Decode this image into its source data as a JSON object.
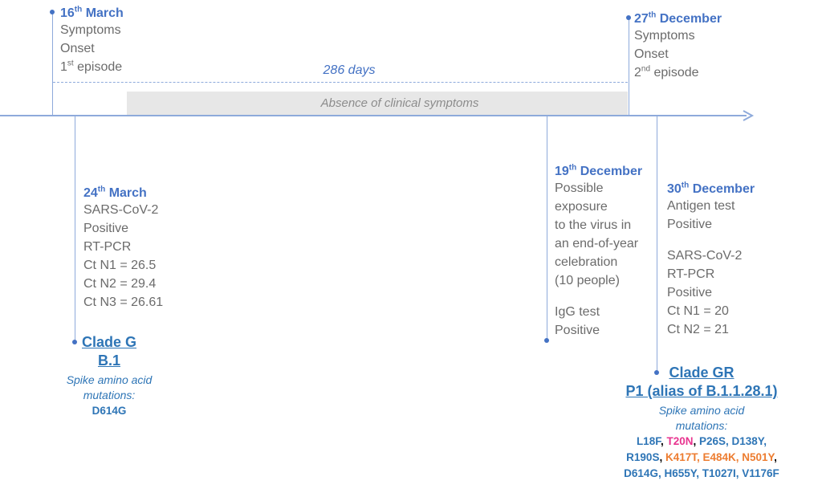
{
  "events": {
    "march16": {
      "day": "16",
      "sup": "th",
      "month": " March",
      "l1": "Symptoms",
      "l2": "Onset",
      "l3_pre": "1",
      "l3_sup": "st",
      "l3_post": " episode"
    },
    "dec27": {
      "day": "27",
      "sup": "th",
      "month": " December",
      "l1": "Symptoms",
      "l2": "Onset",
      "l3_pre": "2",
      "l3_sup": "nd",
      "l3_post": " episode"
    },
    "march24": {
      "day": "24",
      "sup": "th",
      "month": " March",
      "lines": [
        "SARS-CoV-2",
        "Positive",
        "RT-PCR",
        "Ct N1 = 26.5",
        "Ct N2 = 29.4",
        "Ct N3 = 26.61"
      ]
    },
    "dec19": {
      "day": "19",
      "sup": "th",
      "month": " December",
      "lines": [
        "Possible",
        "exposure",
        "to the virus in",
        "an end-of-year",
        "celebration",
        "(10 people)"
      ],
      "igg1": "IgG test",
      "igg2": "Positive"
    },
    "dec30": {
      "day": "30",
      "sup": "th",
      "month": " December",
      "lines_a": [
        "Antigen test",
        "Positive"
      ],
      "lines_b": [
        "SARS-CoV-2",
        "RT-PCR",
        "Positive",
        "Ct N1 = 20",
        "Ct N2 = 21"
      ]
    }
  },
  "interval": {
    "days": "286 days",
    "absence": "Absence of clinical symptoms"
  },
  "clade_g": {
    "name": "Clade G",
    "lineage": "B.1",
    "caption1": "Spike amino acid",
    "caption2": "mutations:",
    "mutations": "D614G"
  },
  "clade_gr": {
    "name": "Clade GR",
    "lineage": "P1 (alias of B.1.1.28.1)",
    "caption1": "Spike amino acid",
    "caption2": "mutations:",
    "mutations": [
      [
        {
          "t": "L18F",
          "c": "#2e75b6"
        },
        {
          "t": ", ",
          "c": "#000000"
        },
        {
          "t": "T20N",
          "c": "#e8348f"
        },
        {
          "t": ", ",
          "c": "#000000"
        },
        {
          "t": "P26S, D138Y,",
          "c": "#2e75b6"
        }
      ],
      [
        {
          "t": "R190S",
          "c": "#2e75b6"
        },
        {
          "t": ", ",
          "c": "#000000"
        },
        {
          "t": "K417T, E484K, N501Y",
          "c": "#ed7d31"
        },
        {
          "t": ",",
          "c": "#000000"
        }
      ],
      [
        {
          "t": "D614G, H655Y, T1027I, V1176F",
          "c": "#2e75b6"
        }
      ]
    ]
  },
  "colors": {
    "accent": "#4472c4",
    "axis": "#8eaadb",
    "text": "#6b6b6b",
    "clade": "#2e75b6",
    "highlight_pink": "#e8348f",
    "highlight_orange": "#ed7d31",
    "band": "#e7e7e7"
  }
}
